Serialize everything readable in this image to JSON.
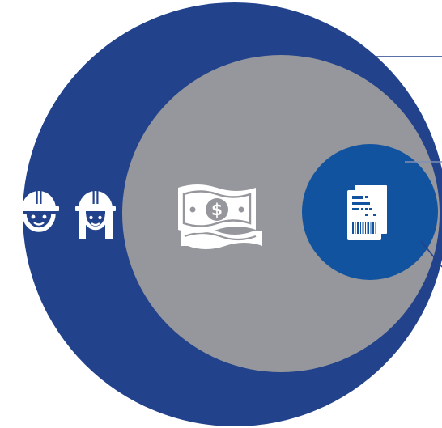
{
  "diagram": {
    "type": "nested-circles",
    "colors": {
      "outer_circle": "#22428c",
      "middle_circle": "#96979c",
      "inner_circle": "#1253a0",
      "icon": "#ffffff",
      "leader_line": "#22428c",
      "leader_line_light": "#7f8fb5"
    },
    "layers": [
      {
        "level": "outer",
        "icons": [
          "worker-male-hardhat-icon",
          "worker-female-hardhat-icon"
        ]
      },
      {
        "level": "middle",
        "icons": [
          "dollar-banknotes-icon"
        ]
      },
      {
        "level": "inner",
        "icons": [
          "documents-barcode-icon"
        ]
      }
    ],
    "leader_lines": 3
  }
}
